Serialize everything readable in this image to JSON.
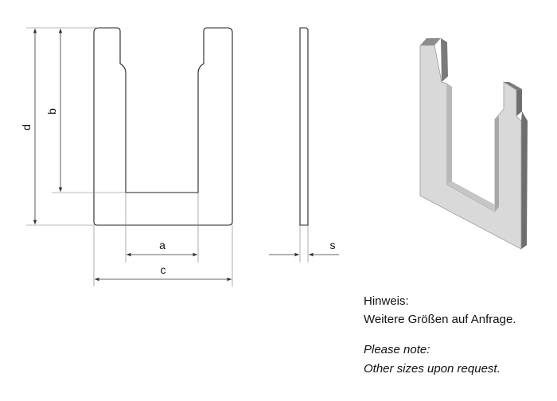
{
  "dimension_labels": {
    "a": "a",
    "b": "b",
    "c": "c",
    "d": "d",
    "s": "s"
  },
  "note": {
    "de_title": "Hinweis:",
    "de_text": "Weitere Größen auf Anfrage.",
    "en_title": "Please note:",
    "en_text": "Other sizes upon request."
  },
  "colors": {
    "line": "#222222",
    "render_face": "#d9d9d9",
    "render_edge": "#8a8a8a"
  }
}
